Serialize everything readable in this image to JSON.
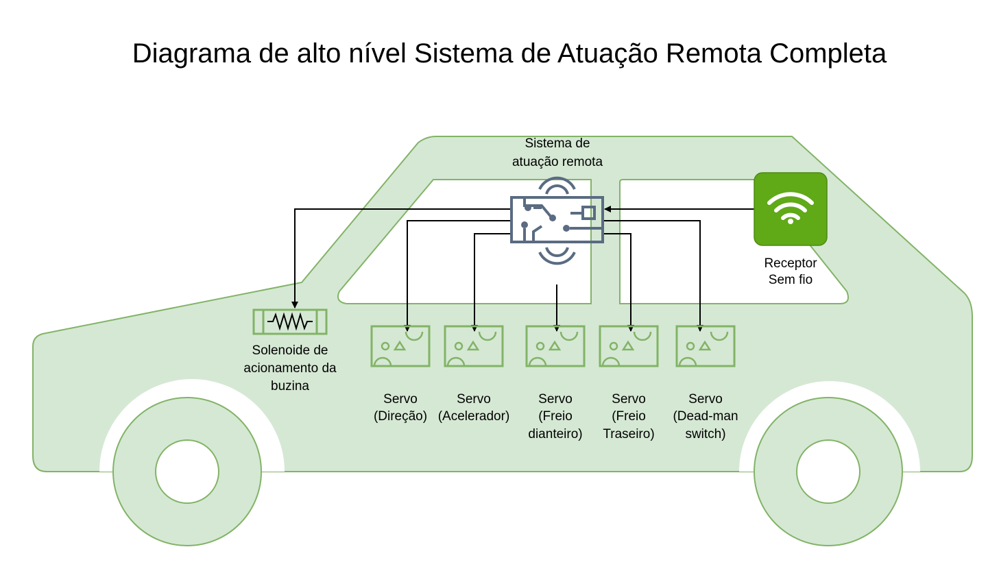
{
  "title": "Diagrama de alto nível Sistema de Atuação Remota Completa",
  "nodes": {
    "controller": {
      "line1": "Sistema de",
      "line2": "atuação remota",
      "icon": "circuit-board-icon"
    },
    "receiver": {
      "line1": "Receptor",
      "line2": "Sem fio",
      "icon": "wifi-icon",
      "color": "#60a917"
    },
    "solenoid": {
      "line1": "Solenoide de",
      "line2": "acionamento da",
      "line3": "buzina",
      "icon": "solenoid-icon"
    },
    "servos": [
      {
        "line1": "Servo",
        "line2": "(Direção)",
        "line3": ""
      },
      {
        "line1": "Servo",
        "line2": "(Acelerador)",
        "line3": ""
      },
      {
        "line1": "Servo",
        "line2": "(Freio",
        "line3": "dianteiro)"
      },
      {
        "line1": "Servo",
        "line2": "(Freio",
        "line3": "Traseiro)"
      },
      {
        "line1": "Servo",
        "line2": "(Dead-man",
        "line3": "switch)"
      }
    ]
  },
  "colors": {
    "car_fill": "#d5e8d4",
    "car_stroke": "#82b366",
    "controller": "#5a6b82",
    "receiver": "#60a917",
    "edges": "#000000"
  }
}
